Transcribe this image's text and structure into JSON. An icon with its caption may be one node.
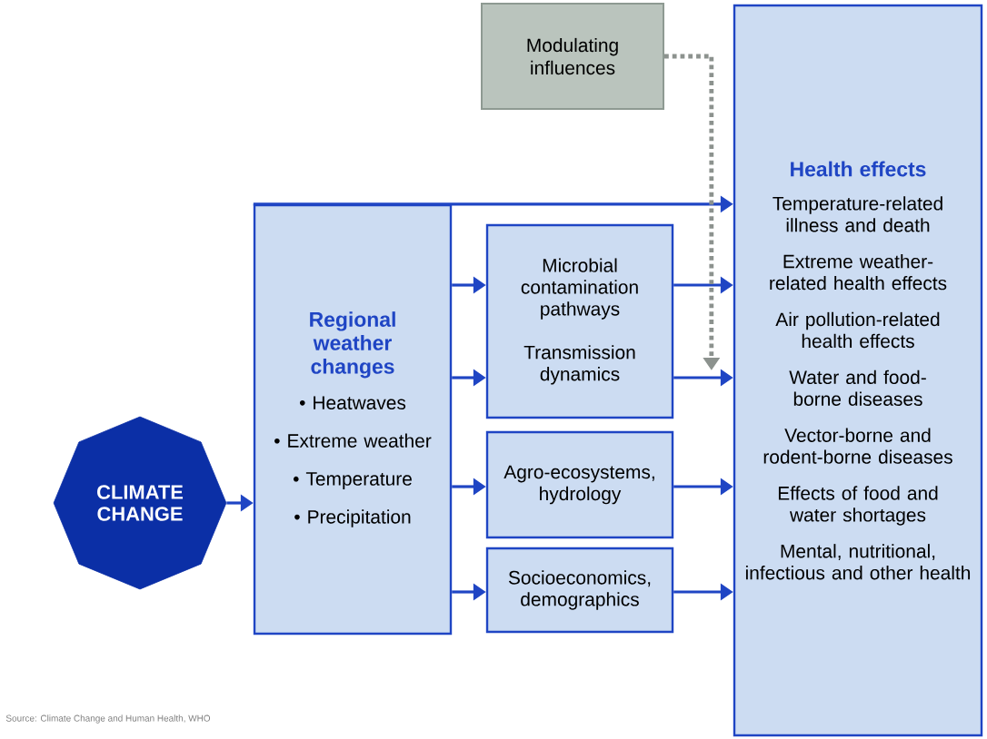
{
  "diagram": {
    "nodes": [
      {
        "text": [
          "CLIMATE CHANGE"
        ]
      },
      {
        "text": [
          "Regional weather changes",
          "• Heatwaves",
          "• Extreme weather",
          "• Temperature",
          "• Precipitation"
        ]
      },
      {
        "text": [
          "Microbial contamination pathways",
          "Transmission dynamics"
        ]
      },
      {
        "text": [
          "Agro-ecosystems, hydrology"
        ]
      },
      {
        "text": [
          "Socioeconomics, demographics"
        ]
      },
      {
        "text": [
          "Modulating influences"
        ]
      },
      {
        "text": [
          "Health effects",
          "Temperature-related illness and death",
          "Extreme weather-related health effects",
          "Air pollution-related health effects",
          "Water and food-borne diseases",
          "Vector-borne and rodent-borne diseases",
          "Effects of food and water shortages",
          "Mental, nutritional, infectious and other health"
        ]
      }
    ],
    "edges": [
      {
        "from": 0,
        "to": 1,
        "arrow": "to"
      },
      {
        "from": 1,
        "to": 6,
        "arrow": "to"
      },
      {
        "from": 1,
        "to": 2,
        "arrow": "to"
      },
      {
        "from": 1,
        "to": 2,
        "arrow": "to"
      },
      {
        "from": 1,
        "to": 3,
        "arrow": "to"
      },
      {
        "from": 1,
        "to": 4,
        "arrow": "to"
      },
      {
        "from": 2,
        "to": 6,
        "arrow": "to"
      },
      {
        "from": 2,
        "to": 6,
        "arrow": "to"
      },
      {
        "from": 3,
        "to": 6,
        "arrow": "to"
      },
      {
        "from": 4,
        "to": 6,
        "arrow": "to"
      },
      {
        "from": 5,
        "to": 6,
        "arrow": "to",
        "style": "dashed",
        "color": "#8c928e"
      }
    ],
    "labels": [
      "Source: Climate Change and Human Health, WHO"
    ]
  }
}
